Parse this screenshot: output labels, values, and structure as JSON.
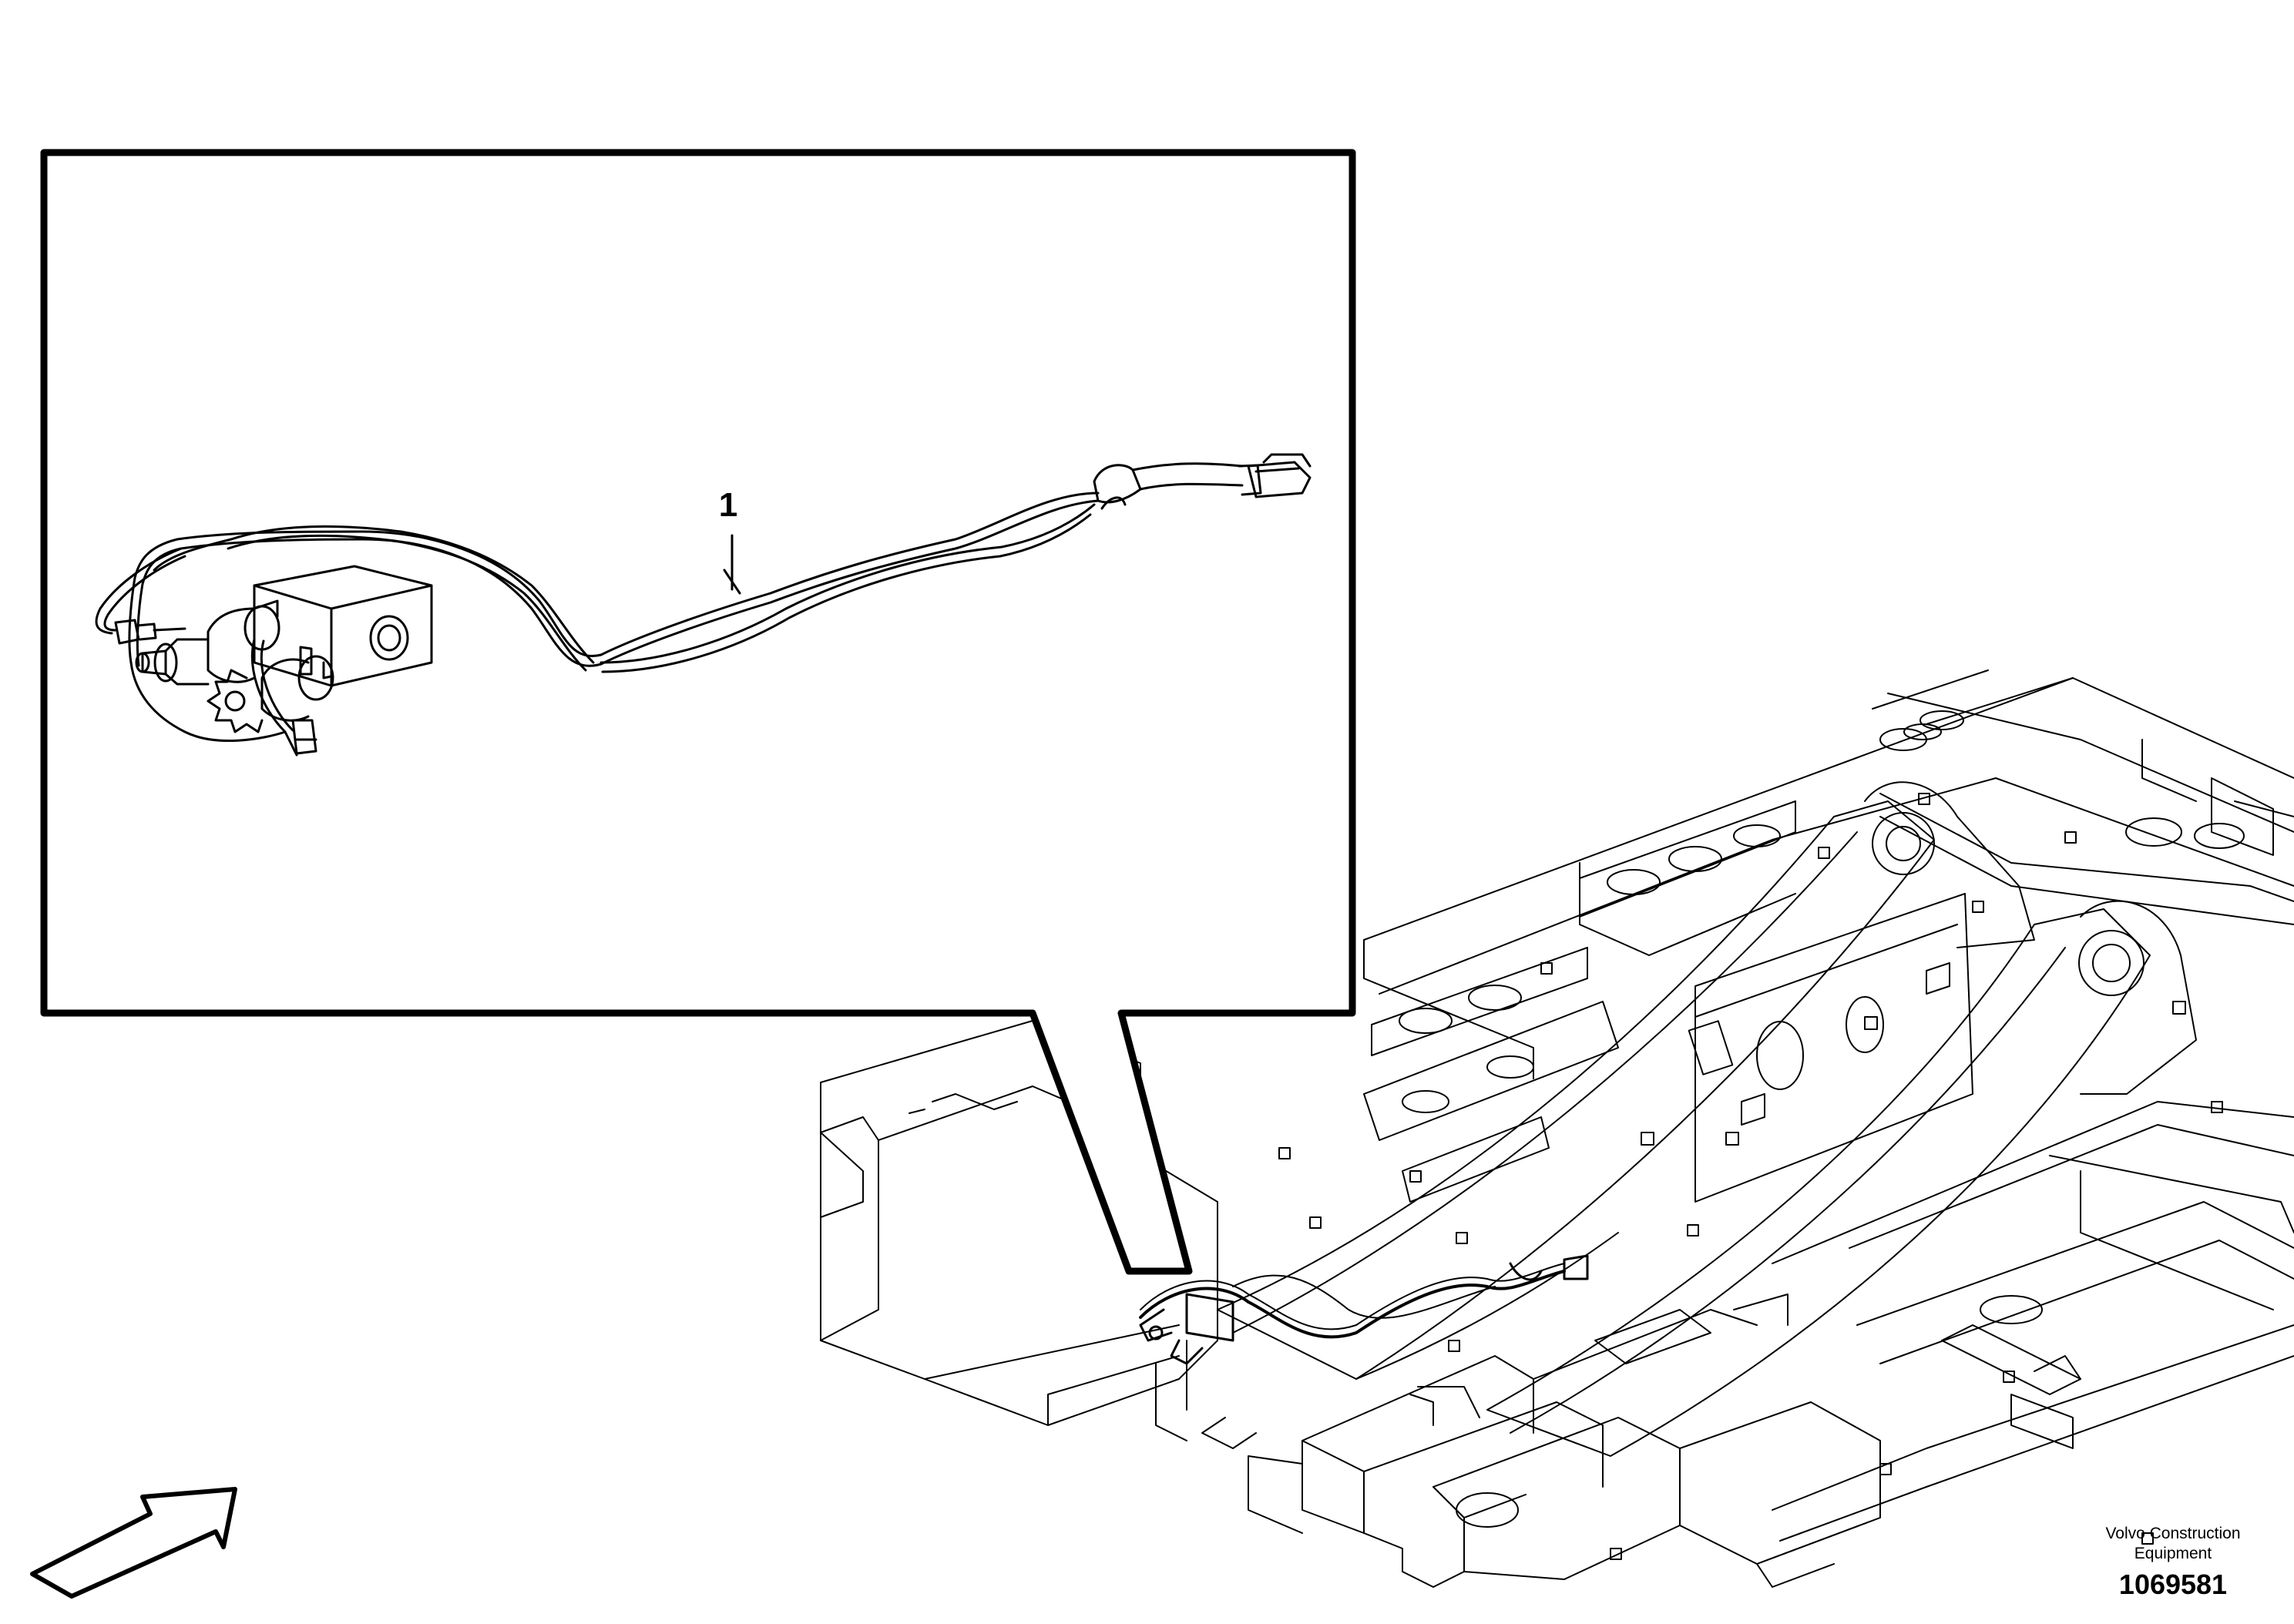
{
  "callout": {
    "label": "1"
  },
  "credit": {
    "line1": "Volvo Construction",
    "line2": "Equipment"
  },
  "drawing": {
    "number": "1069581"
  },
  "icons": {
    "direction": "direction-arrow-icon",
    "connector": "connector-plug-icon",
    "valve": "solenoid-valve-icon"
  },
  "colors": {
    "ink": "#000000",
    "paper": "#ffffff"
  }
}
